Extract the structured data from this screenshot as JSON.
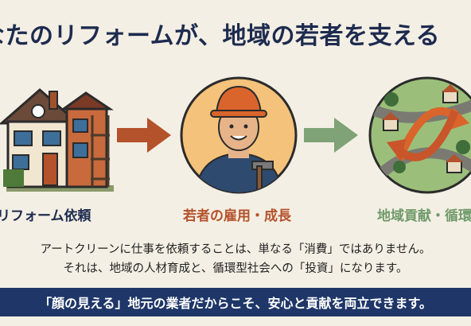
{
  "title": "なたのリフォームが、地域の若者を支える",
  "steps": [
    {
      "label": "リフォーム依頼",
      "color": "#1d2b4f"
    },
    {
      "label": "若者の雇用・成長",
      "color": "#b4522c"
    },
    {
      "label": "地域貢献・循環",
      "color": "#6f9a6a"
    }
  ],
  "description": [
    "アートクリーンに仕事を依頼することは、単なる「消費」ではありません。",
    "それは、地域の人材育成と、循環型社会への「投資」になります。"
  ],
  "banner": "「顔の見える」地元の業者だからこそ、安心と貢献を両立できます。",
  "colors": {
    "navy": "#1e3668",
    "rust": "#b4522c",
    "green": "#6f9a6a",
    "background": "#f4efe4"
  }
}
